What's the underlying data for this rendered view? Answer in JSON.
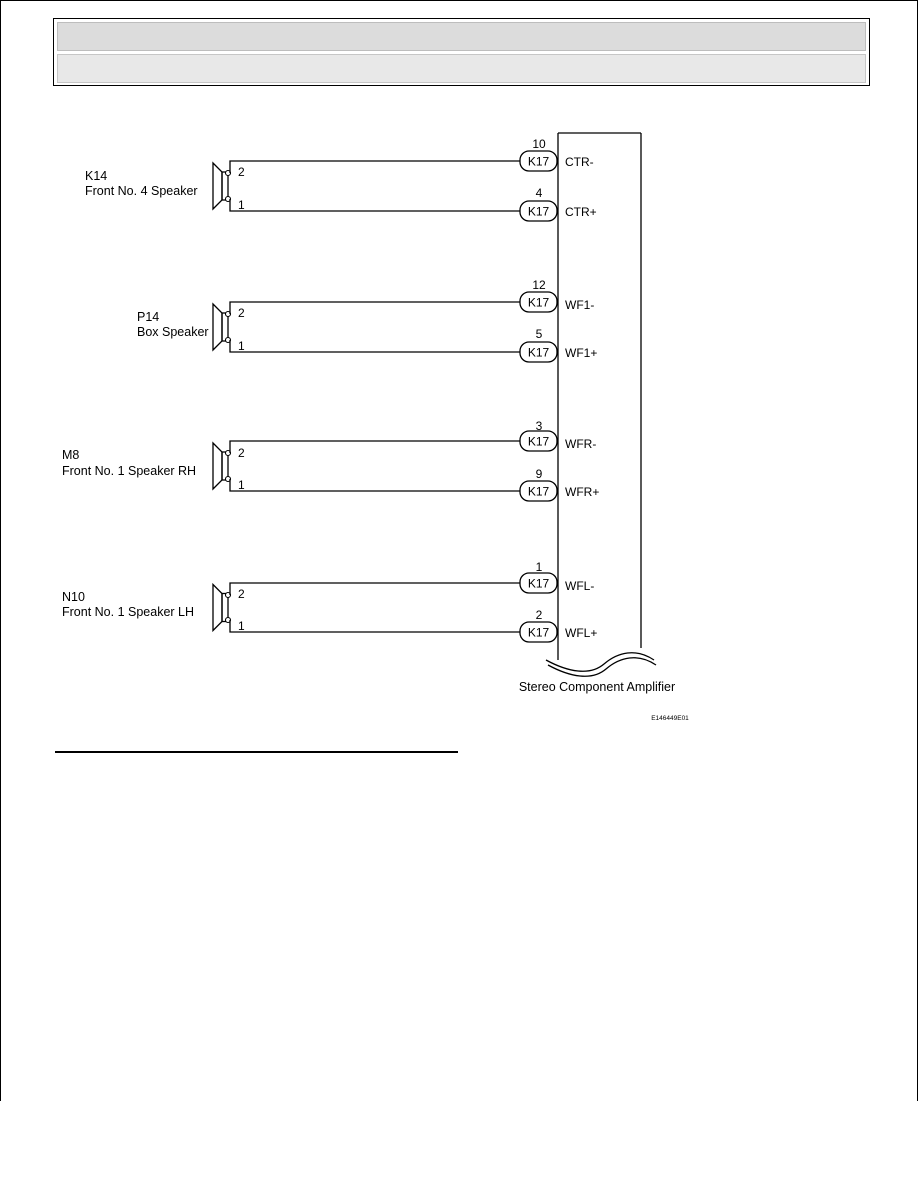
{
  "header": {
    "title": "",
    "subtitle": ""
  },
  "diagram": {
    "component": "Stereo Component Amplifier",
    "connector": "K17",
    "figure_id": "E146449E01",
    "speakers": [
      {
        "code": "K14",
        "name": "Front No. 4 Speaker",
        "pins": [
          {
            "speaker_pin": "2",
            "amp_pin": "10",
            "signal": "CTR-"
          },
          {
            "speaker_pin": "1",
            "amp_pin": "4",
            "signal": "CTR+"
          }
        ]
      },
      {
        "code": "P14",
        "name": "Box Speaker",
        "pins": [
          {
            "speaker_pin": "2",
            "amp_pin": "12",
            "signal": "WF1-"
          },
          {
            "speaker_pin": "1",
            "amp_pin": "5",
            "signal": "WF1+"
          }
        ]
      },
      {
        "code": "M8",
        "name": "Front No. 1 Speaker RH",
        "pins": [
          {
            "speaker_pin": "2",
            "amp_pin": "3",
            "signal": "WFR-"
          },
          {
            "speaker_pin": "1",
            "amp_pin": "9",
            "signal": "WFR+"
          }
        ]
      },
      {
        "code": "N10",
        "name": "Front No. 1 Speaker LH",
        "pins": [
          {
            "speaker_pin": "2",
            "amp_pin": "1",
            "signal": "WFL-"
          },
          {
            "speaker_pin": "1",
            "amp_pin": "2",
            "signal": "WFL+"
          }
        ]
      }
    ]
  }
}
